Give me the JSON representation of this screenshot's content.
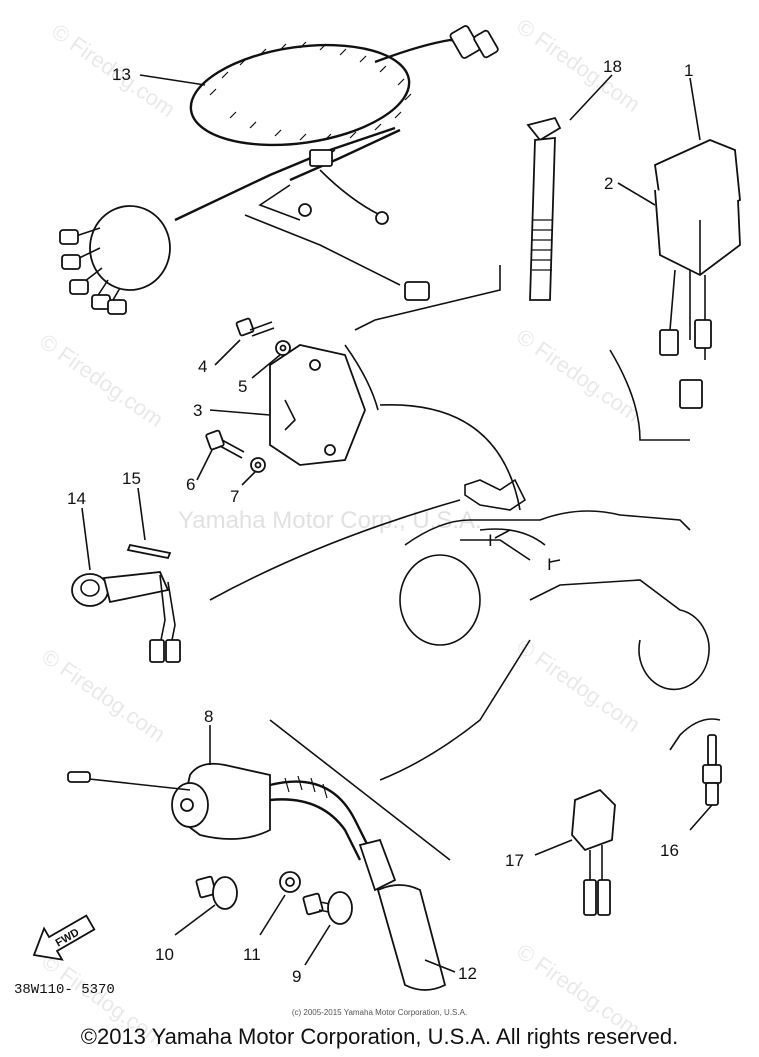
{
  "watermarks": {
    "firedog": "© Firedog.com",
    "center": "Yamaha Motor Corp., U.S.A."
  },
  "callouts": {
    "p1": "1",
    "p2": "2",
    "p3": "3",
    "p4": "4",
    "p5": "5",
    "p6": "6",
    "p7": "7",
    "p8": "8",
    "p9": "9",
    "p10": "10",
    "p11": "11",
    "p12": "12",
    "p13": "13",
    "p14": "14",
    "p15": "15",
    "p16": "16",
    "p17": "17",
    "p18": "18",
    "bike_a": "I",
    "bike_b": "I"
  },
  "fwd_label": "FWD",
  "catalog_code": "38W110-  5370",
  "small_copyright": "(c) 2005-2015 Yamaha Motor Corporation, U.S.A.",
  "copyright": "©2013 Yamaha Motor Corporation, U.S.A. All rights reserved."
}
